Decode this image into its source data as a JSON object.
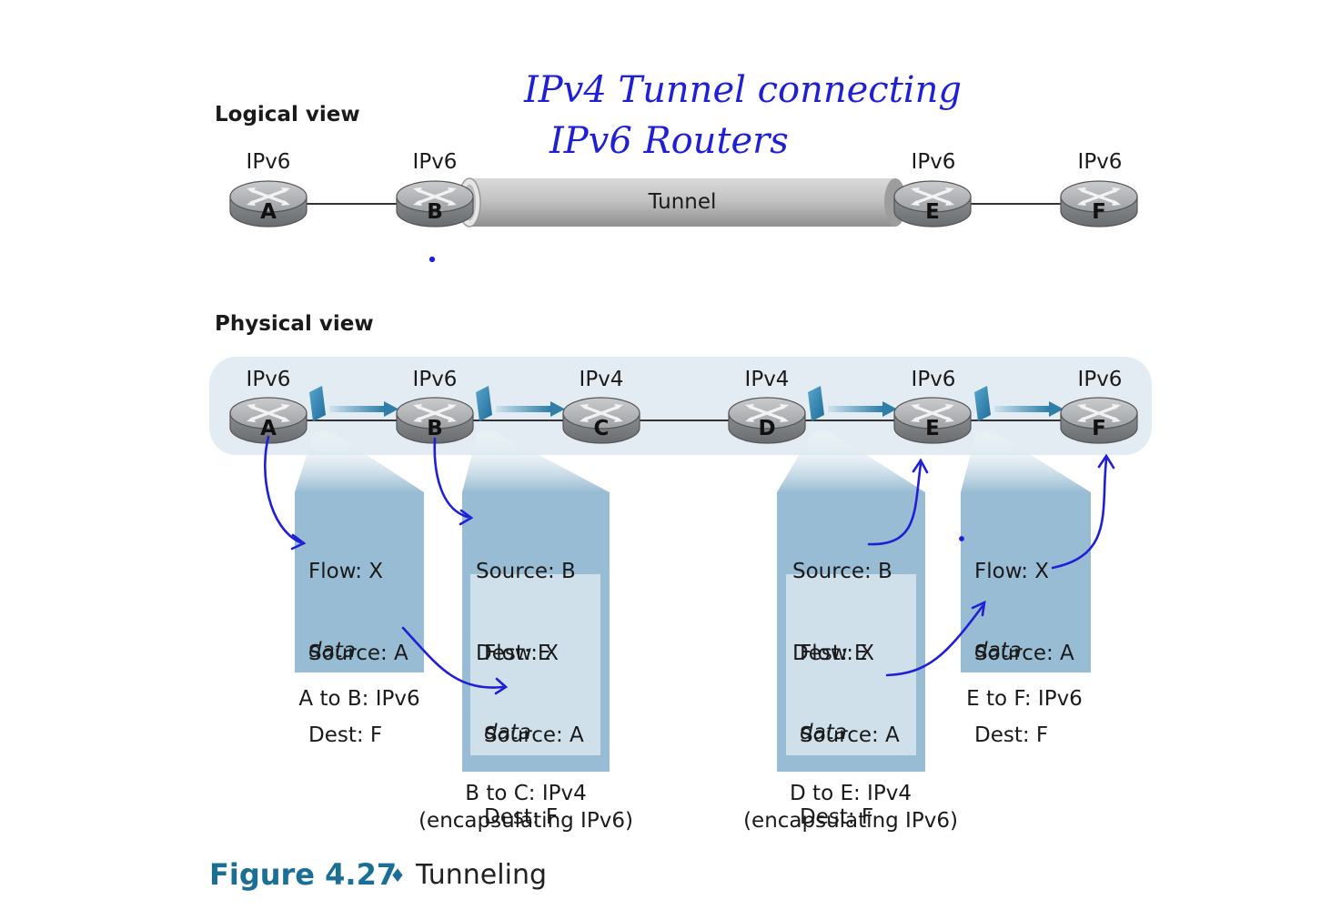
{
  "logical_view": {
    "heading": "Logical view",
    "routers": [
      {
        "label": "A",
        "protocol": "IPv6"
      },
      {
        "label": "B",
        "protocol": "IPv6"
      },
      {
        "label": "E",
        "protocol": "IPv6"
      },
      {
        "label": "F",
        "protocol": "IPv6"
      }
    ],
    "tunnel_label": "Tunnel"
  },
  "physical_view": {
    "heading": "Physical view",
    "routers": [
      {
        "label": "A",
        "protocol": "IPv6"
      },
      {
        "label": "B",
        "protocol": "IPv6"
      },
      {
        "label": "C",
        "protocol": "IPv4"
      },
      {
        "label": "D",
        "protocol": "IPv4"
      },
      {
        "label": "E",
        "protocol": "IPv6"
      },
      {
        "label": "F",
        "protocol": "IPv6"
      }
    ],
    "packets": [
      {
        "fields": [
          "Flow: X",
          "Source: A",
          "Dest: F"
        ],
        "payload": "data",
        "caption": "A to B: IPv6"
      },
      {
        "outer_fields": [
          "Source: B",
          "Dest: E"
        ],
        "inner_fields": [
          "Flow: X",
          "Source: A",
          "Dest: F"
        ],
        "payload": "data",
        "caption_line1": "B to C: IPv4",
        "caption_line2": "(encapsulating IPv6)"
      },
      {
        "outer_fields": [
          "Source: B",
          "Dest: E"
        ],
        "inner_fields": [
          "Flow: X",
          "Source: A",
          "Dest: F"
        ],
        "payload": "data",
        "caption_line1": "D to E: IPv4",
        "caption_line2": "(encapsulating IPv6)"
      },
      {
        "fields": [
          "Flow: X",
          "Source: A",
          "Dest: F"
        ],
        "payload": "data",
        "caption": "E to F: IPv6"
      }
    ]
  },
  "handwritten_note": {
    "line1": "IPv4 Tunnel connecting",
    "line2": "IPv6 Routers"
  },
  "figure": {
    "number": "Figure 4.27",
    "separator": "♦",
    "title": "Tunneling"
  },
  "colors": {
    "packet_outer": "#98bcd3",
    "packet_inner": "#cfe0eb",
    "physical_band": "#e3ecf2",
    "router_body": "#a7aaad",
    "arrow": "#2e7ea8",
    "handwriting": "#1f1fd6",
    "figure_accent": "#1b6f96"
  }
}
